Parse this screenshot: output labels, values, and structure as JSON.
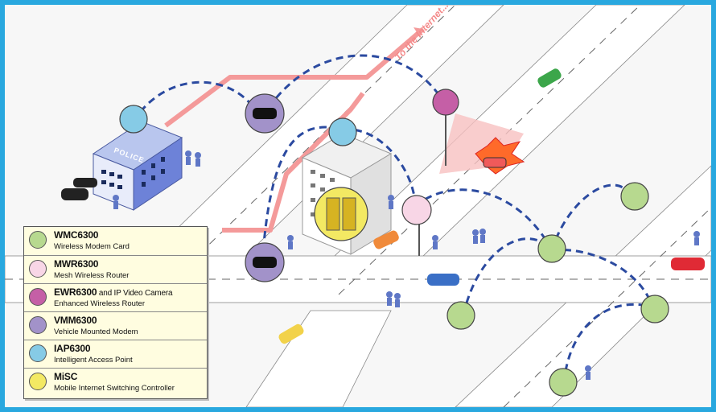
{
  "scene": {
    "internet_label": "To the Internet...",
    "police_label": "POLICE"
  },
  "legend": {
    "items": [
      {
        "code": "WMC6300",
        "code_extra": "",
        "description": "Wireless Modem Card",
        "color": "#b7d98f"
      },
      {
        "code": "MWR6300",
        "code_extra": "",
        "description": "Mesh Wireless Router",
        "color": "#f8d6e6"
      },
      {
        "code": "EWR6300",
        "code_extra": " and IP Video Camera",
        "description": "Enhanced Wireless Router",
        "color": "#c55fa6"
      },
      {
        "code": "VMM6300",
        "code_extra": "",
        "description": "Vehicle Mounted Modem",
        "color": "#a292c9"
      },
      {
        "code": "IAP6300",
        "code_extra": "",
        "description": "Intelligent Access Point",
        "color": "#86cbe6"
      },
      {
        "code": "MiSC",
        "code_extra": "",
        "description": "Mobile Internet Switching Controller",
        "color": "#f3e963"
      }
    ]
  },
  "colors": {
    "frame": "#29a8df",
    "road": "#ffffff",
    "ground": "#f2f2f2",
    "link": "#2b4aa0",
    "backhaul": "#f49a9a"
  }
}
